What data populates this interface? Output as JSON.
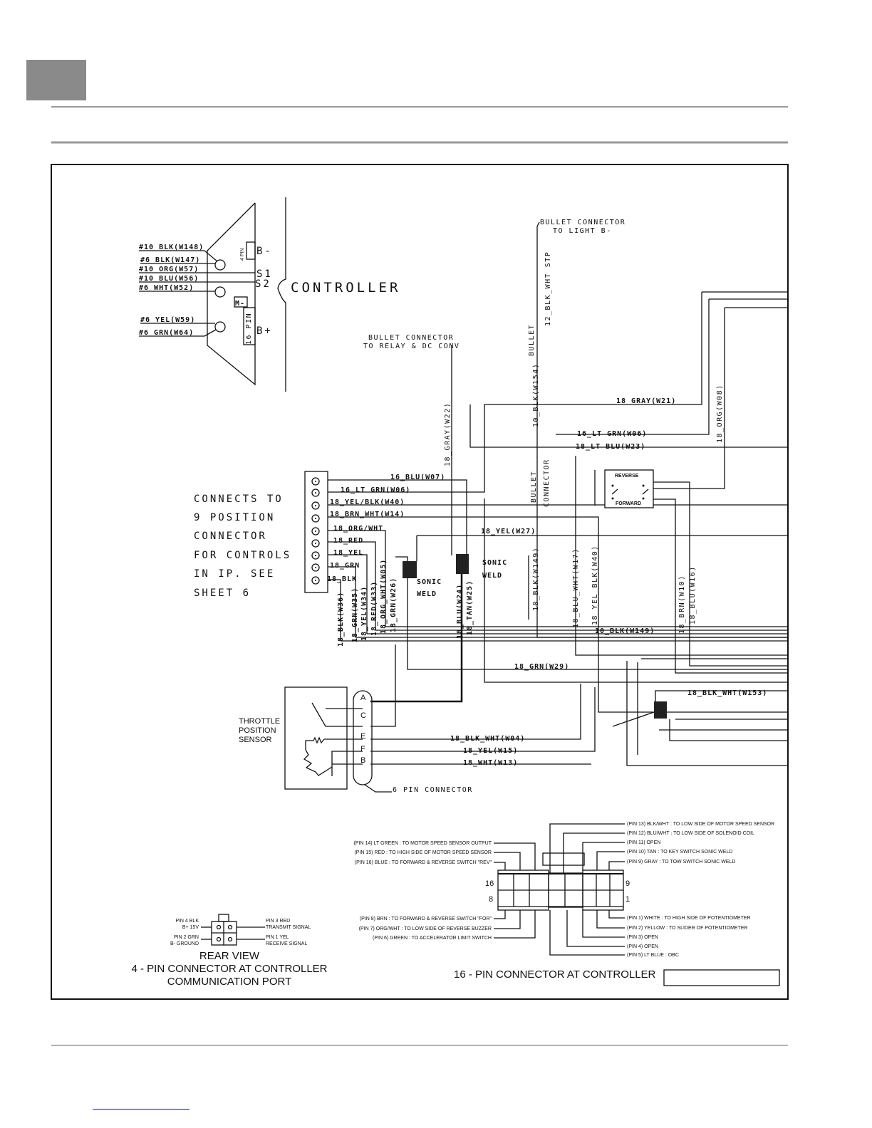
{
  "page": {
    "header_block_color": "#8a8a8a",
    "rule_color": "#9a9a9a",
    "link_color": "#2b3fbf"
  },
  "controller": {
    "title": "CONTROLLER",
    "wires": [
      "#10_BLK(W148)",
      "#6_BLK(W147)",
      "#10_ORG(W57)",
      "#10_BLU(W56)",
      "#6_WHT(W52)",
      "#6_YEL(W59)",
      "#6_GRN(W64)"
    ],
    "terminals": {
      "b_minus": "B-",
      "s1": "S1",
      "s2": "S2",
      "m_minus": "M-",
      "b_plus": "B+",
      "pin4": "4 PIN",
      "pin16": "16 PIN"
    }
  },
  "bullet_light": [
    "BULLET CONNECTOR",
    "TO LIGHT B-"
  ],
  "bullet_relay": [
    "BULLET CONNECTOR",
    "TO RELAY & DC CONV"
  ],
  "vertical_labels": {
    "blk_wht_stp": "12_BLK_WHT STP",
    "bullet1": "BULLET",
    "blk_w154": "10_BLK(W154)",
    "gray_w22": "18_GRAY(W22)",
    "org_w08": "18_ORG(W08)",
    "bullet2": "BULLET",
    "connector2": "CONNECTOR",
    "blk_w149": "10_BLK(W149)",
    "blu_wht_w17": "18_BLU_WHT(W17)",
    "yel_blk_w40": "18_YEL_BLK(W40)",
    "brn_w10": "18_BRN(W10)",
    "blu_w16": "18_BLU(W16)",
    "blk_w36": "18_BLK(W36)",
    "grn_w35": "18_GRN(W35)",
    "yel_w34": "18_YEL(W34)",
    "red_w33": "18_RED(W33)",
    "org_wht_w05": "18_ORG_WHT(W05)",
    "grn_w26": "18_GRN(W26)",
    "blu_w24": "18_BLU(W24)",
    "tan_w25": "18_TAN(W25)"
  },
  "nine_pos": {
    "note": [
      "CONNECTS TO",
      "9 POSITION",
      "CONNECTOR",
      "FOR CONTROLS",
      "IN IP. SEE",
      "SHEET 6"
    ],
    "wires": [
      "16_BLU(W07)",
      "16_LT GRN(W06)",
      "18_YEL/BLK(W40)",
      "18_BRN_WHT(W14)",
      "18_ORG/WHT",
      "18_RED",
      "18_YEL",
      "18_GRN",
      "18_BLK"
    ]
  },
  "right_labels": {
    "gray_w21": "18_GRAY(W21)",
    "lt_grn_w06": "16_LT GRN(W06)",
    "lt_blu_w23": "18_LT BLU(W23)",
    "yel_w27": "18_YEL(W27)",
    "blk_w149_h": "10_BLK(W149)",
    "grn_w29": "18_GRN(W29)",
    "blk_wht_w153": "18_BLK_WHT(W153)"
  },
  "sonic_weld": [
    "SONIC",
    "WELD"
  ],
  "switch": {
    "reverse": "REVERSE",
    "forward": "FORWARD"
  },
  "throttle": {
    "label": [
      "THROTTLE",
      "POSITION",
      "SENSOR"
    ],
    "pins": [
      "A",
      "C",
      "E",
      "F",
      "B"
    ],
    "wires": [
      "18_BLK_WHT(W04)",
      "18_YEL(W15)",
      "18_WHT(W13)"
    ],
    "connector": "6 PIN CONNECTOR"
  },
  "four_pin": {
    "left": [
      "PIN 4 BLK",
      "B+ 15V",
      "PIN 2 GRN",
      "B- GROUND"
    ],
    "right": [
      "PIN 3 RED",
      "TRANSMIT SIGNAL",
      "PIN 1 YEL",
      "RECEIVE SIGNAL"
    ],
    "title": [
      "REAR VIEW",
      "4 - PIN CONNECTOR AT CONTROLLER",
      "COMMUNICATION PORT"
    ]
  },
  "sixteen_pin": {
    "title": "16 - PIN CONNECTOR AT CONTROLLER",
    "row_labels": {
      "top_left": "16",
      "bottom_left": "8",
      "top_right": "9",
      "bottom_right": "1"
    },
    "top_left": [
      "(PIN 14) LT GREEN : TO MOTOR SPEED SENSOR OUTPUT",
      "(PIN 15) RED : TO HIGH SIDE OF MOTOR SPEED SENSOR",
      "(PIN 16) BLUE : TO FORWARD & REVERSE SWITCH \"REV\""
    ],
    "top_right": [
      "(PIN 13) BLK/WHT : TO LOW SIDE OF MOTOR SPEED SENSOR",
      "(PIN 12) BLU/WHT : TO LOW SIDE OF SOLENOID COIL",
      "(PIN 11)   OPEN",
      "(PIN 10)   TAN : TO KEY SWITCH SONIC WELD",
      "(PIN 9)   GRAY : TO TOW SWITCH SONIC WELD"
    ],
    "bottom_left": [
      "(PIN 8) BRN : TO FORWARD & REVERSE SWITCH \"FOR\"",
      "(PIN 7) ORG/WHT : TO LOW SIDE OF REVERSE BUZZER",
      "(PIN 6) GREEN : TO ACCELERATOR LIMIT SWITCH"
    ],
    "bottom_right": [
      "(PIN 1)   WHITE : TO HIGH SIDE OF POTENTIOMETER",
      "(PIN 2)   YELLOW : TO SLIDER OF POTENTIOMETER",
      "(PIN 3)   OPEN",
      "(PIN 4)   OPEN",
      "(PIN 5)   LT BLUE : OBC"
    ]
  }
}
